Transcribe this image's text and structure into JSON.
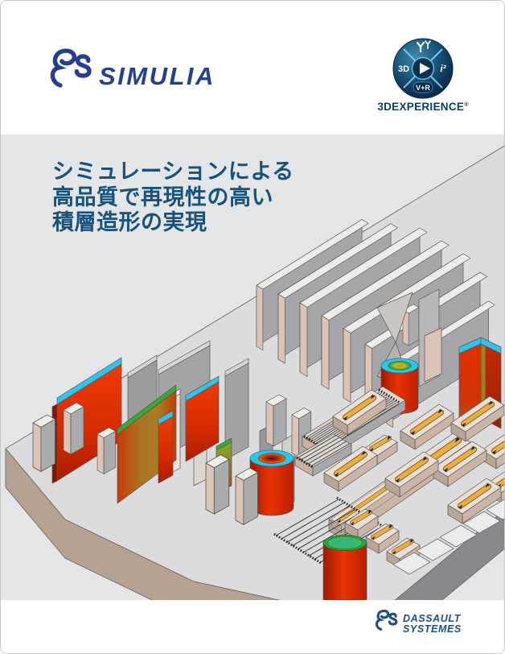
{
  "header": {
    "brand": {
      "product": "SIMULIA",
      "mark": "3ds-swirl-logo"
    },
    "badge": {
      "caption": "3DEXPERIENCE",
      "reg": "®",
      "west": "3D",
      "south": "V+R",
      "east": "i²",
      "north_icon": "people-icon",
      "center_icon": "play-icon"
    }
  },
  "title": {
    "line1": "シミュレーションによる",
    "line2": "高品質で再現性の高い",
    "line3": "積層造形の実現"
  },
  "footer": {
    "company_line1": "DASSAULT",
    "company_line2": "SYSTEMES",
    "mark": "3ds-swirl-logo"
  },
  "colors": {
    "brand_blue": "#263f8f",
    "ds_blue": "#1d4f8b",
    "title_blue": "#17527e",
    "badge_navy": "#0d3557",
    "badge_text": "#0f3c66",
    "bg_gray": "#e4e5e7",
    "plate_top": "#dcdcdf",
    "plate_front": "#b6a293",
    "plate_side": "#87898d",
    "fin_gray": "#a6a6a8",
    "fin_front": "#dbc4b7",
    "stress_red": "#d92c02",
    "stress_cyan": "#32c3ec",
    "stress_green": "#37a83c",
    "inlay_orange": "#e9ad43",
    "tile_white": "#ececee"
  },
  "scene": {
    "description": "Isometric render of an additive-manufacturing build plate filled with printed test parts; several parts carry FEA stress/distortion color maps (red body, cyan or green top edges), three red cylinders with colored rims, arrays of thin walls, tensile bars with orange gauge inlays and flat witness tiles.",
    "parts": [
      {
        "name": "build-plate",
        "color": "#b6a293"
      },
      {
        "name": "fin-array",
        "color": "#a6a6a8"
      },
      {
        "name": "stress-plate-red-cyan",
        "color": "#d92c02"
      },
      {
        "name": "distortion-plate-olive",
        "color": "#ab7426"
      },
      {
        "name": "cylinder-cyan-rim",
        "color": "#32c3ec"
      },
      {
        "name": "cylinder-green-top",
        "color": "#35b474"
      },
      {
        "name": "l-shaped-stress-plate",
        "color": "#d92c02"
      },
      {
        "name": "tensile-bars-orange-inlay",
        "color": "#e9ad43"
      },
      {
        "name": "thin-wall-arrays",
        "color": "#3b3b3b"
      },
      {
        "name": "witness-tiles",
        "color": "#ececee"
      }
    ]
  }
}
